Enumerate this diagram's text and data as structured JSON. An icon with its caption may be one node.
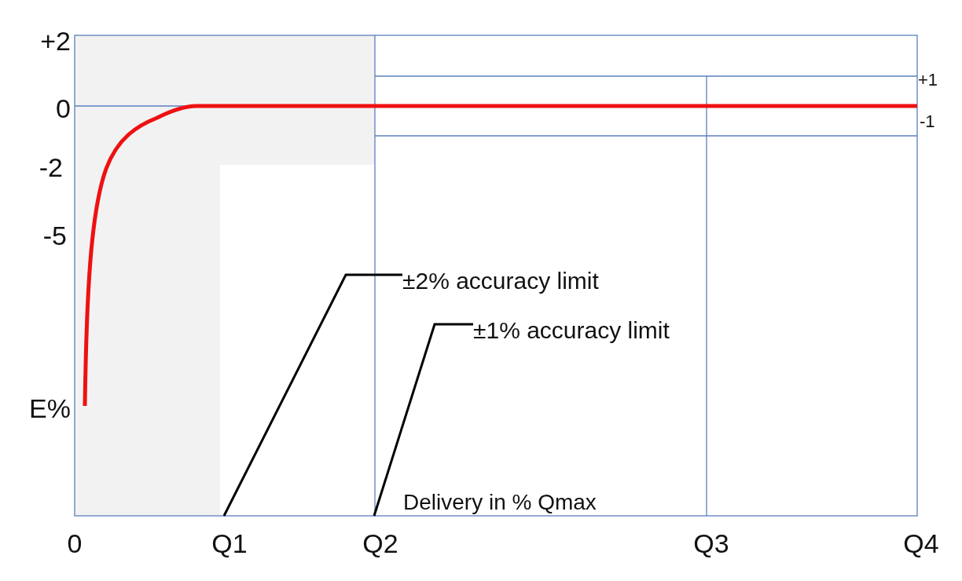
{
  "diagram": {
    "nodes": [
      {
        "text": [
          "±2% accuracy limit"
        ]
      },
      {
        "text": [
          "±1% accuracy limit"
        ]
      }
    ],
    "edges": [
      {
        "from": 0,
        "to": null,
        "arrow": "none"
      },
      {
        "from": 1,
        "to": null,
        "arrow": "none"
      }
    ],
    "labels": [
      "+2",
      "0",
      "-2",
      "-5",
      "E%",
      "+1",
      "-1",
      "Delivery in % Qmax",
      "0",
      "Q1",
      "Q2",
      "Q3",
      "Q4"
    ]
  }
}
